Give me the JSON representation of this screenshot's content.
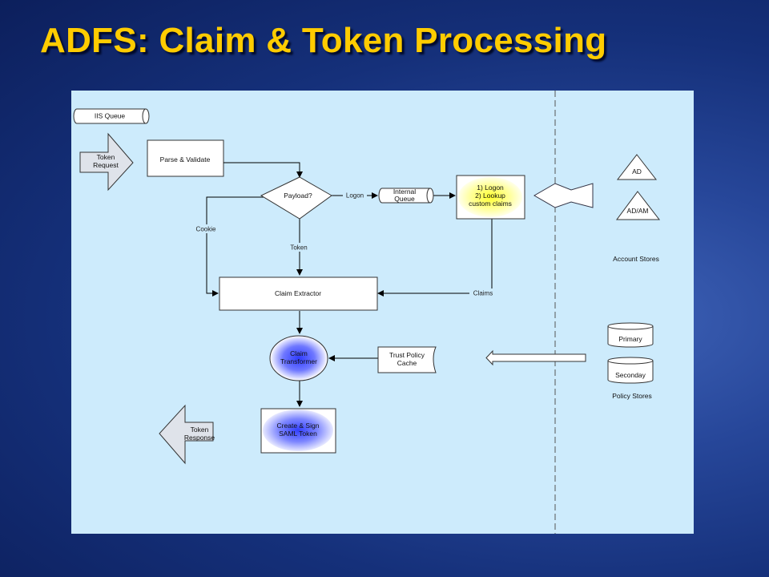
{
  "title": "ADFS: Claim & Token Processing",
  "diagram": {
    "iis_queue": "IIS Queue",
    "token_request": [
      "Token",
      "Request"
    ],
    "parse_validate": "Parse & Validate",
    "payload": "Payload?",
    "edge_logon": "Logon",
    "edge_cookie": "Cookie",
    "edge_token": "Token",
    "edge_claims": "Claims",
    "internal_queue": [
      "Internal",
      "Queue"
    ],
    "logon_lookup": [
      "1) Logon",
      "2) Lookup",
      "custom claims"
    ],
    "claim_extractor": "Claim Extractor",
    "claim_transformer": [
      "Claim",
      "Transformer"
    ],
    "trust_policy_cache": [
      "Trust Policy",
      "Cache"
    ],
    "create_sign": [
      "Create & Sign",
      "SAML Token"
    ],
    "token_response": [
      "Token",
      "Response"
    ],
    "ad": "AD",
    "ad_am": "AD/AM",
    "account_stores": "Account Stores",
    "primary": "Primary",
    "secondary": "Seconday",
    "policy_stores": "Policy Stores"
  }
}
